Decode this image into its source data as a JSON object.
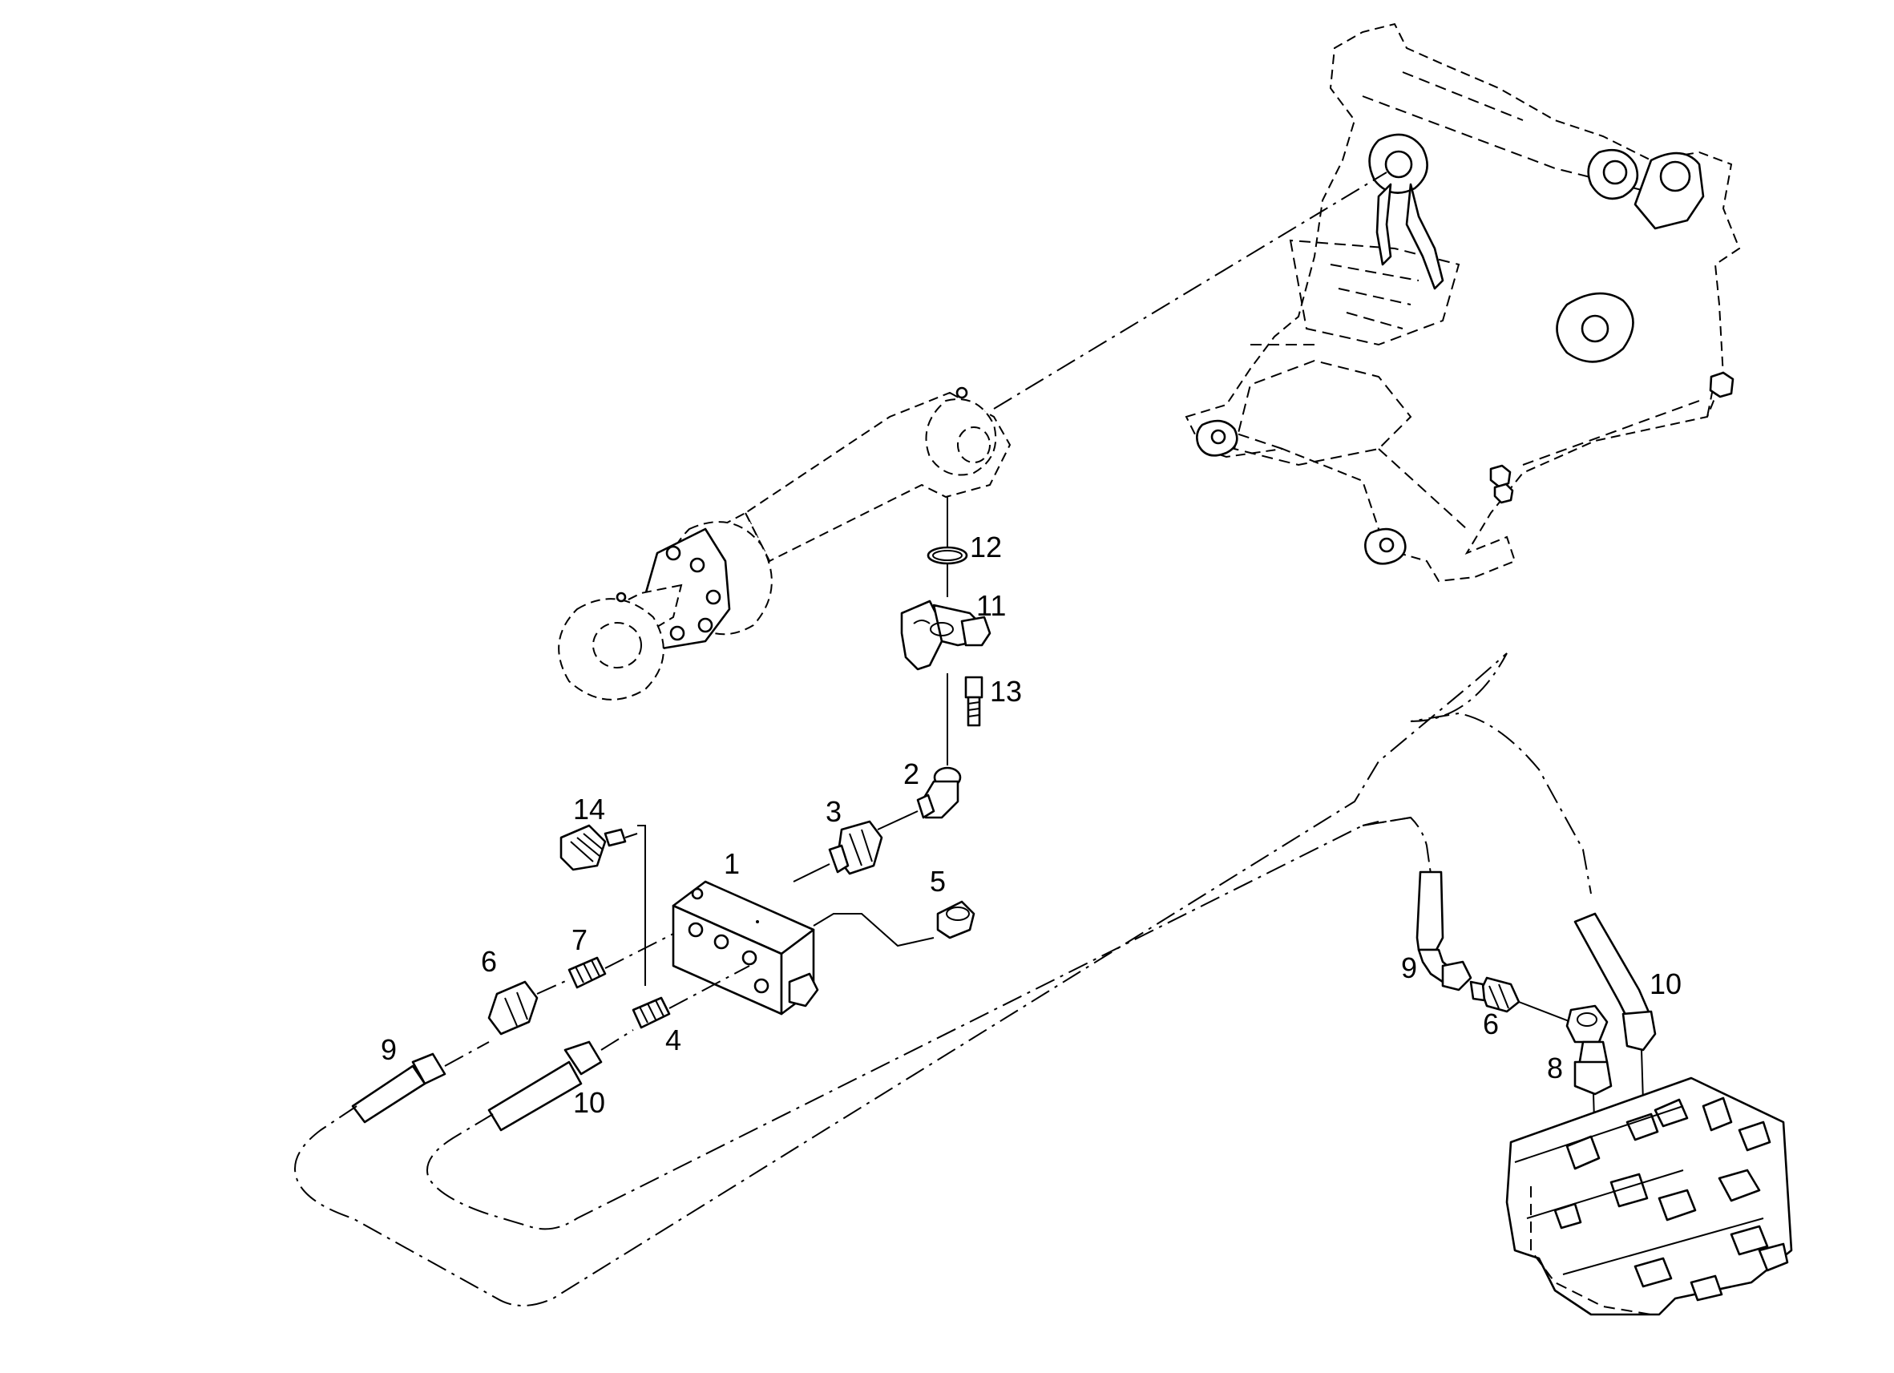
{
  "callouts": {
    "c1": "1",
    "c2": "2",
    "c3": "3",
    "c4": "4",
    "c5": "5",
    "c6a": "6",
    "c6b": "6",
    "c7": "7",
    "c8": "8",
    "c9a": "9",
    "c9b": "9",
    "c10a": "10",
    "c10b": "10",
    "c11": "11",
    "c12": "12",
    "c13": "13",
    "c14": "14"
  },
  "colors": {
    "line": "#000000",
    "background": "#ffffff"
  }
}
